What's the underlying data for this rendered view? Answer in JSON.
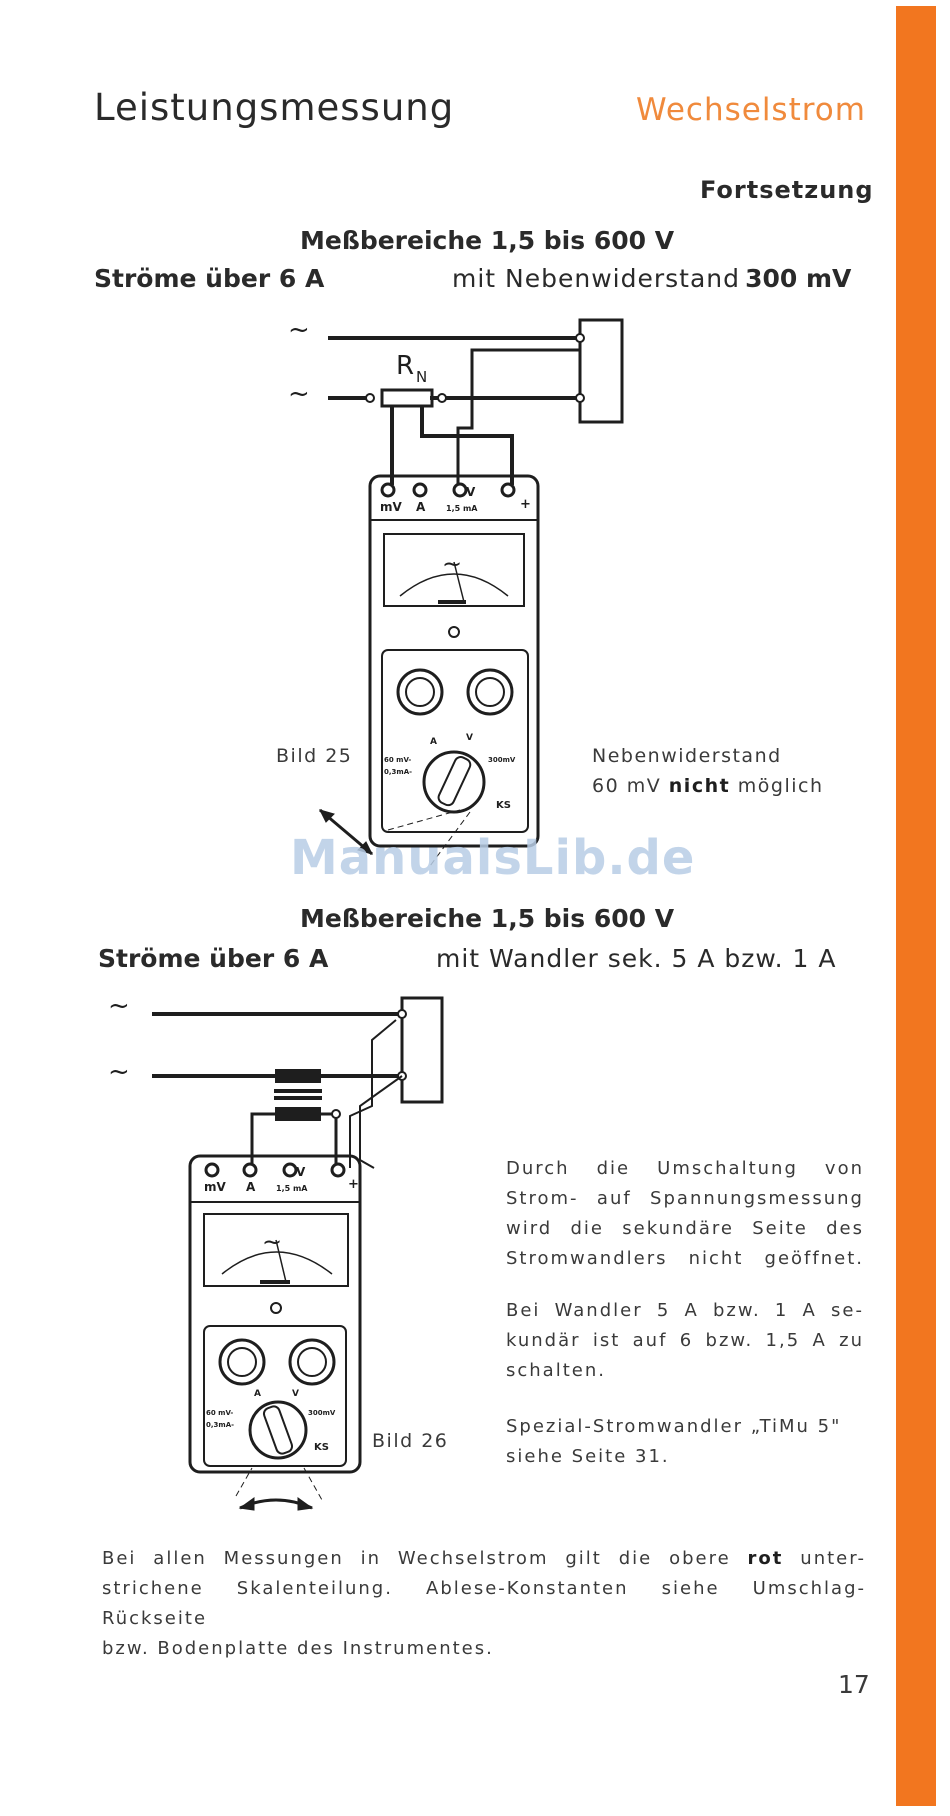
{
  "header": {
    "title": "Leistungsmessung",
    "section": "Wechselstrom",
    "continued": "Fortsetzung"
  },
  "section1": {
    "range": "Meßbereiche 1,5 bis 600 V",
    "currents": "Ströme über 6 A",
    "method_prefix": "mit Nebenwiderstand",
    "method_value": "300 mV",
    "figure": "Bild 25",
    "note_line1": "Nebenwiderstand",
    "note_line2_a": "60 mV",
    "note_line2_b": "nicht",
    "note_line2_c": "möglich",
    "diagram": {
      "ac_symbol": "~",
      "resistor_label": "R",
      "resistor_sub": "N",
      "terminal_mv": "mV",
      "terminal_a": "A",
      "terminal_v": "V",
      "terminal_15ma": "1,5 mA",
      "terminal_plus": "+",
      "switch_a": "A",
      "switch_v": "V",
      "switch_60mv": "60 mV-",
      "switch_03ma": "0,3mA-",
      "switch_300mv": "300mV",
      "switch_ks": "KS"
    }
  },
  "watermark": "ManualsLib.de",
  "section2": {
    "range": "Meßbereiche 1,5 bis 600 V",
    "currents": "Ströme über 6 A",
    "method": "mit Wandler sek. 5 A bzw. 1 A",
    "figure": "Bild 26",
    "paragraphs": [
      [
        "Durch die Umschaltung von",
        "Strom- auf Spannungsmessung",
        "wird die sekundäre Seite des",
        "Stromwandlers nicht geöffnet."
      ],
      [
        "Bei Wandler 5 A bzw. 1 A se-",
        "kundär ist auf 6 bzw. 1,5 A zu",
        "schalten."
      ],
      [
        "Spezial-Stromwandler „TiMu 5\"",
        "siehe Seite 31."
      ]
    ],
    "diagram": {
      "ac_symbol": "~",
      "terminal_mv": "mV",
      "terminal_a": "A",
      "terminal_v": "V",
      "terminal_15ma": "1,5 mA",
      "terminal_plus": "+",
      "switch_a": "A",
      "switch_v": "V",
      "switch_60mv": "60 mV-",
      "switch_03ma": "0,3mA-",
      "switch_300mv": "300mV",
      "switch_ks": "KS"
    }
  },
  "footer": {
    "line1_a": "Bei allen Messungen in Wechselstrom gilt die obere",
    "line1_b": "rot",
    "line1_c": "unter-",
    "line2": "strichene Skalenteilung. Ablese-Konstanten siehe Umschlag-Rückseite",
    "line3": "bzw. Bodenplatte des Instrumentes."
  },
  "page_number": "17",
  "colors": {
    "tab": "#f2761f",
    "section_title": "#f08a3c",
    "watermark": "#b8cde6"
  }
}
